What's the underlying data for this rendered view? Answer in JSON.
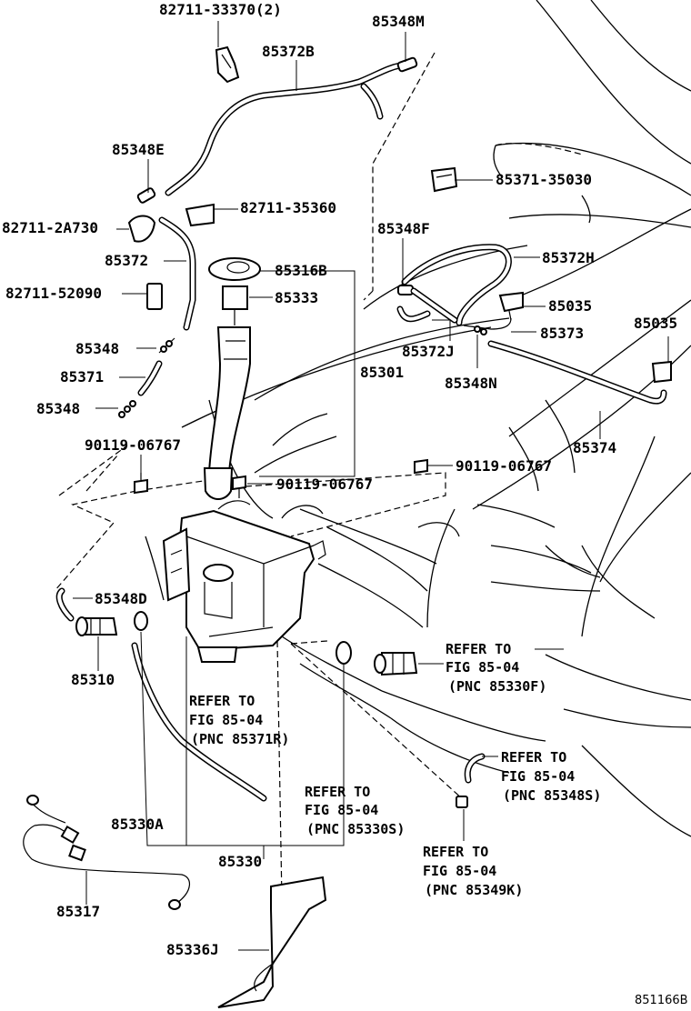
{
  "diagram": {
    "code": "851166B",
    "parts": {
      "p82711_33370": "82711-33370(2)",
      "p85348M": "85348M",
      "p85372B": "85372B",
      "p85348E": "85348E",
      "p85371_35030": "85371-35030",
      "p82711_35360": "82711-35360",
      "p82711_2A730": "82711-2A730",
      "p85348F": "85348F",
      "p85372H": "85372H",
      "p85372": "85372",
      "p85316B": "85316B",
      "p82711_52090": "82711-52090",
      "p85333": "85333",
      "p85035a": "85035",
      "p85035b": "85035",
      "p85373": "85373",
      "p85372J": "85372J",
      "p85348": "85348",
      "p85371": "85371",
      "p85301": "85301",
      "p85348N": "85348N",
      "p85348b": "85348",
      "p85374": "85374",
      "p90119_a": "90119-06767",
      "p90119_b": "90119-06767",
      "p90119_c": "90119-06767",
      "p85348D": "85348D",
      "p85310": "85310",
      "p85330A": "85330A",
      "p85330": "85330",
      "p85317": "85317",
      "p85336J": "85336J"
    },
    "refs": {
      "r1_l1": "REFER TO",
      "r1_l2": "FIG 85-04",
      "r1_l3": "(PNC 85330F)",
      "r2_l1": "REFER TO",
      "r2_l2": "FIG 85-04",
      "r2_l3": "(PNC 85371R)",
      "r3_l1": "REFER TO",
      "r3_l2": "FIG 85-04",
      "r3_l3": "(PNC 85348S)",
      "r4_l1": "REFER TO",
      "r4_l2": "FIG 85-04",
      "r4_l3": "(PNC 85330S)",
      "r5_l1": "REFER TO",
      "r5_l2": "FIG 85-04",
      "r5_l3": "(PNC 85349K)"
    }
  }
}
